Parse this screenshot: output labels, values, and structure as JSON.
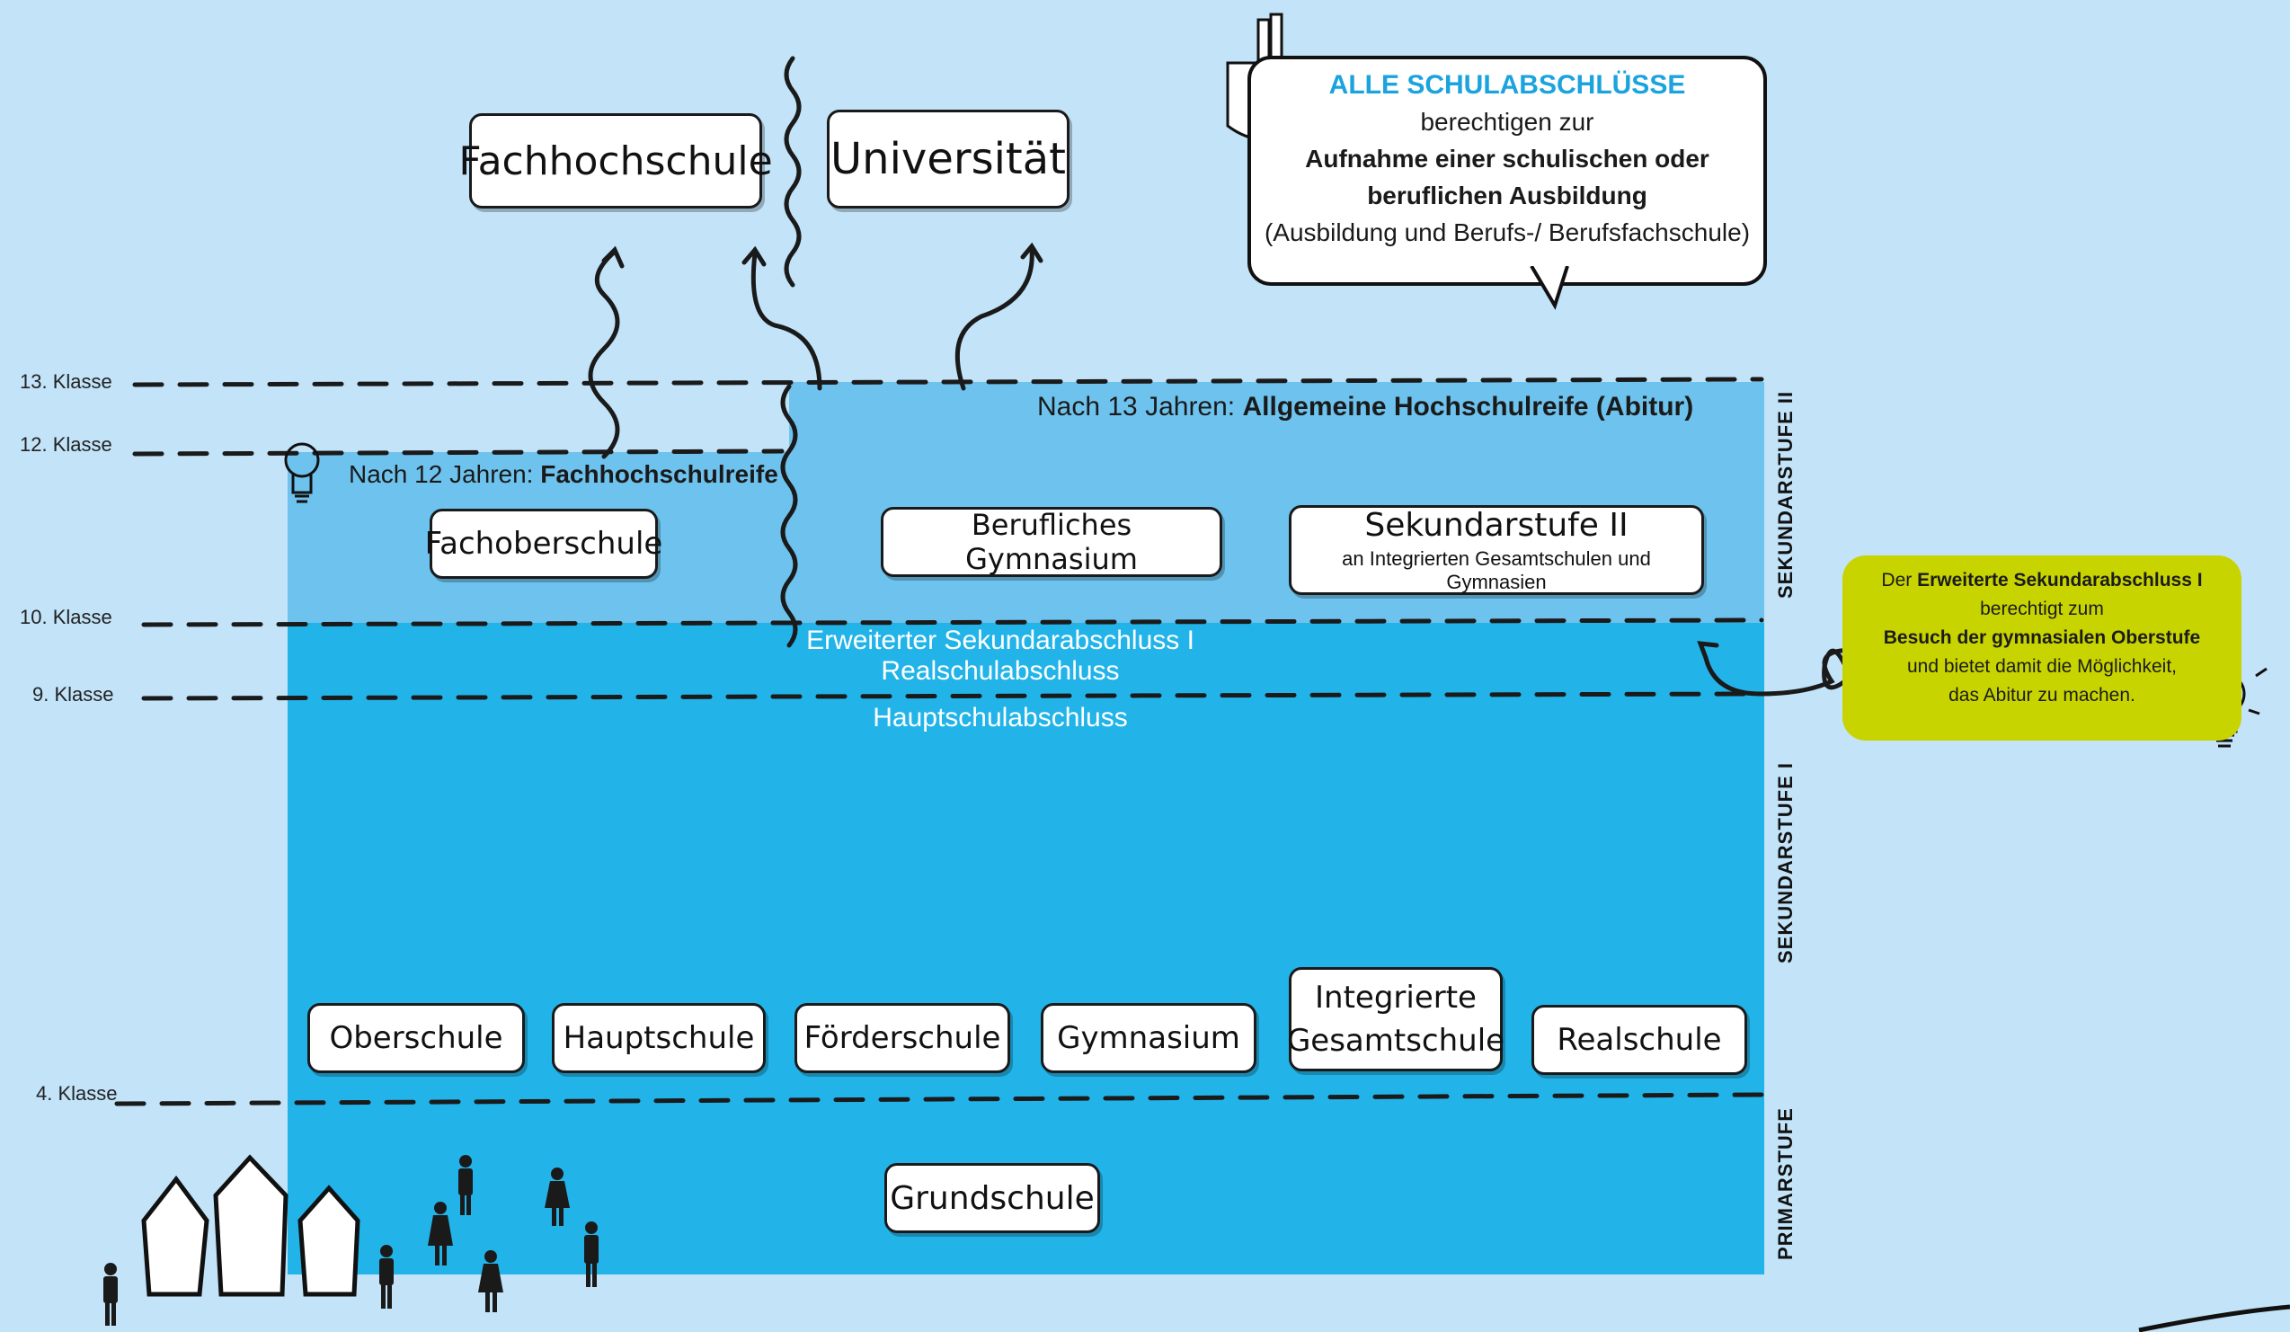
{
  "grades": {
    "g13": "13. Klasse",
    "g12": "12. Klasse",
    "g10": "10. Klasse",
    "g9": "9. Klasse",
    "g4": "4. Klasse"
  },
  "higher_education": {
    "fachhochschule": "Fachhochschule",
    "universitaet": "Universität"
  },
  "bubble": {
    "title": "ALLE SCHULABSCHLÜSSE",
    "line2": "berechtigen zur",
    "line3": "Aufnahme einer schulischen oder",
    "line4": "beruflichen Ausbildung",
    "line5": "(Ausbildung und Berufs-/ Berufsfachschule)"
  },
  "upper": {
    "after12_prefix": "Nach 12 Jahren: ",
    "after12_bold": "Fachhochschulreife",
    "after13_prefix": "Nach 13 Jahren: ",
    "after13_bold": "Allgemeine Hochschulreife (Abitur)",
    "fachoberschule": "Fachoberschule",
    "berufliches_gymnasium": "Berufliches Gymnasium",
    "sek2_title": "Sekundarstufe II",
    "sek2_sub": "an Integrierten Gesamtschulen und Gymnasien"
  },
  "lower": {
    "erweiterter": "Erweiterter Sekundarabschluss I",
    "realschulabschluss": "Realschulabschluss",
    "hauptschulabschluss": "Hauptschulabschluss",
    "schools": [
      "Oberschule",
      "Hauptschule",
      "Förderschule",
      "Gymnasium",
      "Integrierte Gesamtschule",
      "Realschule"
    ],
    "integrierte_line1": "Integrierte",
    "integrierte_line2": "Gesamtschule",
    "grundschule": "Grundschule"
  },
  "stages": {
    "sek2": "SEKUNDARSTUFE II",
    "sek1": "SEKUNDARSTUFE I",
    "primar": "PRIMARSTUFE"
  },
  "green_note": {
    "l1_pre": "Der ",
    "l1_bold": "Erweiterte Sekundarabschluss I",
    "l2": "berechtigt zum",
    "l3_bold": "Besuch der gymnasialen Oberstufe",
    "l4": "und bietet damit die Möglichkeit,",
    "l5": "das Abitur zu machen."
  },
  "colors": {
    "background": "#c2e3f8",
    "upper_band": "#6ec3ee",
    "lower_band": "#22b4e9",
    "accent_title": "#1aa3dd",
    "note_green": "#c8d400"
  }
}
